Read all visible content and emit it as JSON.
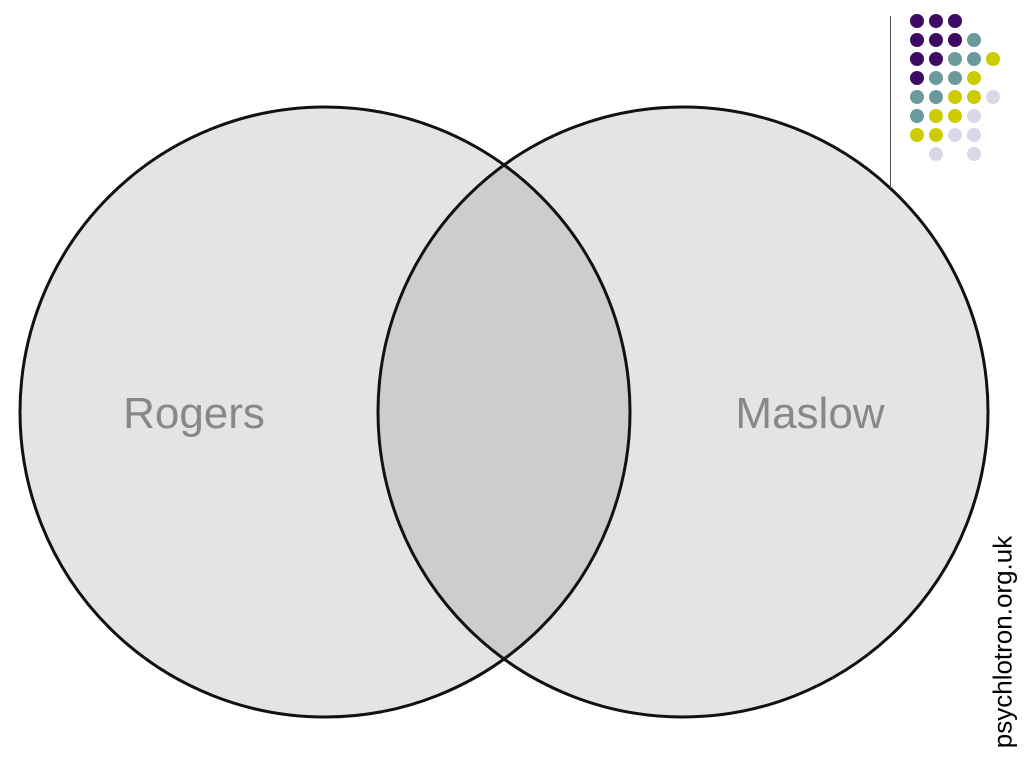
{
  "venn": {
    "left_label": "Rogers",
    "right_label": "Maslow",
    "colors": {
      "circle_fill": "#e4e4e4",
      "overlap_fill": "#cdcdcd",
      "stroke": "#111111",
      "label": "#888888"
    }
  },
  "decoration": {
    "dot_palette": {
      "purple": "#3d0b63",
      "teal": "#6a9a9c",
      "yellow": "#cccc00",
      "lavender": "#d8d8e8"
    },
    "dot_rows": [
      [
        "purple",
        "purple",
        "purple",
        null,
        null
      ],
      [
        "purple",
        "purple",
        "purple",
        "teal",
        null
      ],
      [
        "purple",
        "purple",
        "teal",
        "teal",
        "yellow"
      ],
      [
        "purple",
        "teal",
        "teal",
        "yellow",
        null
      ],
      [
        "teal",
        "teal",
        "yellow",
        "yellow",
        "lavender"
      ],
      [
        "teal",
        "yellow",
        "yellow",
        "lavender",
        null
      ],
      [
        "yellow",
        "yellow",
        "lavender",
        "lavender",
        null
      ],
      [
        null,
        "lavender",
        null,
        "lavender",
        null
      ]
    ]
  },
  "footer": {
    "website": "psychlotron.org.uk"
  }
}
